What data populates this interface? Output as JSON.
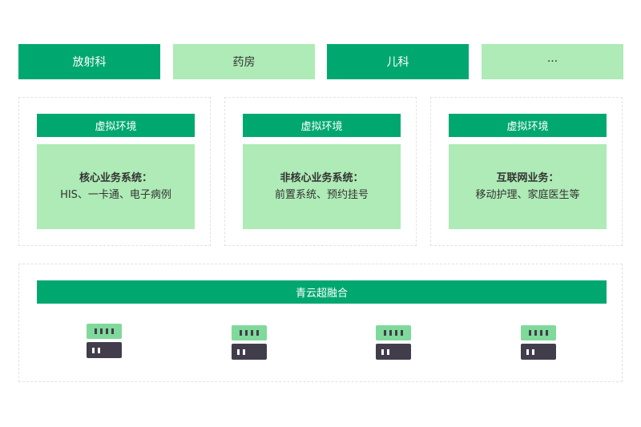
{
  "departments": [
    {
      "label": "放射科",
      "style": "dark"
    },
    {
      "label": "药房",
      "style": "light"
    },
    {
      "label": "儿科",
      "style": "dark"
    },
    {
      "label": "···",
      "style": "light"
    }
  ],
  "panels": [
    {
      "header": "虚拟环境",
      "title": "核心业务系统：",
      "desc": "HIS、一卡通、电子病例"
    },
    {
      "header": "虚拟环境",
      "title": "非核心业务系统：",
      "desc": "前置系统、预约挂号"
    },
    {
      "header": "虚拟环境",
      "title": "互联网业务：",
      "desc": "移动护理、家庭医生等"
    }
  ],
  "platform": {
    "header": "青云超融合",
    "servers": 4
  },
  "colors": {
    "dark": "#00a870",
    "light": "#aeebb6",
    "server_top": "#7fd99b",
    "server_bottom": "#413d4b"
  }
}
